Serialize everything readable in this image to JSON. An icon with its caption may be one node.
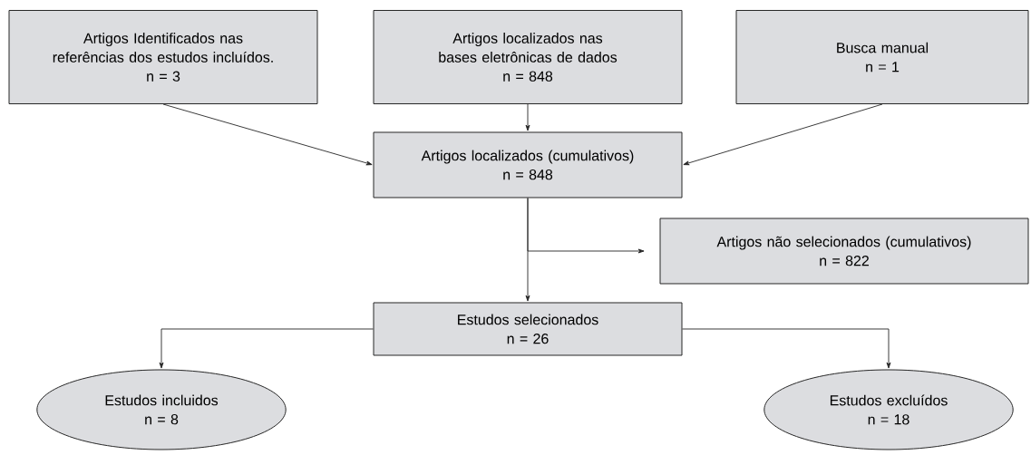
{
  "diagram": {
    "nodes": [
      {
        "text": [
          "Artigos Identificados nas referências dos estudos incluídos.",
          "n = 3"
        ]
      },
      {
        "text": [
          "Artigos localizados nas bases eletrônicas de dados",
          "n = 848"
        ]
      },
      {
        "text": [
          "Busca manual",
          "n = 1"
        ]
      },
      {
        "text": [
          "Artigos localizados (cumulativos)",
          "n = 848"
        ]
      },
      {
        "text": [
          "Artigos não selecionados (cumulativos)",
          "n = 822"
        ]
      },
      {
        "text": [
          "Estudos selecionados",
          "n = 26"
        ]
      },
      {
        "text": [
          "Estudos incluidos",
          "n = 8"
        ]
      },
      {
        "text": [
          "Estudos excluídos",
          "n = 18"
        ]
      }
    ],
    "edges": [
      {
        "from": 0,
        "to": 3,
        "arrow": "to"
      },
      {
        "from": 1,
        "to": 3,
        "arrow": "to"
      },
      {
        "from": 2,
        "to": 3,
        "arrow": "to"
      },
      {
        "from": 3,
        "to": 4,
        "arrow": "to"
      },
      {
        "from": 3,
        "to": 5,
        "arrow": "to"
      },
      {
        "from": 5,
        "to": 6,
        "arrow": "to"
      },
      {
        "from": 5,
        "to": 7,
        "arrow": "to"
      }
    ]
  }
}
